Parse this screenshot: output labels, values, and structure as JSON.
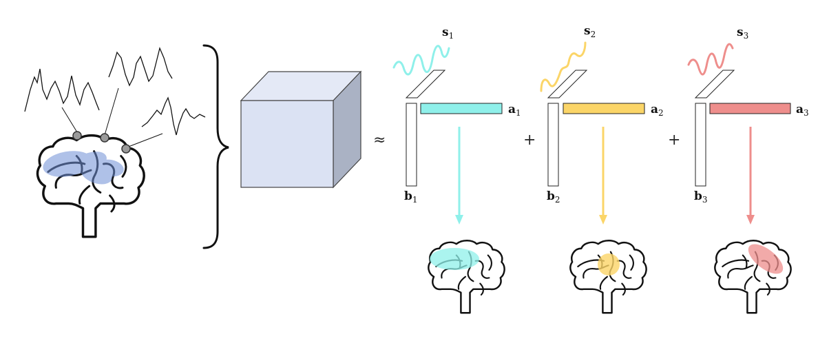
{
  "operators": {
    "approx": "≈",
    "plus": "+"
  },
  "components": [
    {
      "signal_label": "s",
      "signal_sub": "1",
      "a_label": "a",
      "a_sub": "1",
      "b_label": "b",
      "b_sub": "1",
      "color": "#8ff0ea"
    },
    {
      "signal_label": "s",
      "signal_sub": "2",
      "a_label": "a",
      "a_sub": "2",
      "b_label": "b",
      "b_sub": "2",
      "color": "#fbd568"
    },
    {
      "signal_label": "s",
      "signal_sub": "3",
      "a_label": "a",
      "a_sub": "3",
      "b_label": "b",
      "b_sub": "3",
      "color": "#ee8e8c"
    }
  ],
  "colors": {
    "tensor_front": "#dbe2f3",
    "tensor_top": "#e4e9f6",
    "tensor_side": "#aab2c4",
    "activation": "#6f8fd6",
    "electrode": "#9a9a9a"
  }
}
